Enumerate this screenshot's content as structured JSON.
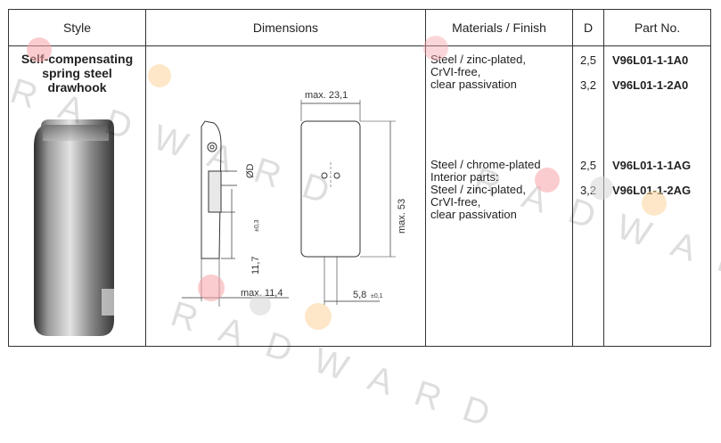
{
  "headers": {
    "style": "Style",
    "dimensions": "Dimensions",
    "materials": "Materials / Finish",
    "d": "D",
    "part_no": "Part No."
  },
  "style": {
    "title_lines": [
      "Self-compensating",
      "spring steel",
      "drawhook"
    ]
  },
  "dimensions": {
    "max_width_label": "max. 23,1",
    "height_label": "max. 53",
    "diameter_label": "ØD",
    "hole_offset_label": "11,7",
    "hole_offset_tol": "±0,3",
    "depth_label": "max. 11,4",
    "hole_spacing_label": "5,8",
    "hole_spacing_tol": "±0,1"
  },
  "materials": {
    "group1": [
      "Steel / zinc-plated,",
      "CrVI-free,",
      "clear passivation"
    ],
    "group2": [
      "Steel / chrome-plated",
      "Interior parts:",
      "Steel / zinc-plated,",
      "CrVI-free,",
      "clear passivation"
    ]
  },
  "rows": [
    {
      "d": "2,5",
      "part": "V96L01-1-1A0"
    },
    {
      "d": "3,2",
      "part": "V96L01-1-2A0"
    },
    {
      "d": "2,5",
      "part": "V96L01-1-1AG"
    },
    {
      "d": "3,2",
      "part": "V96L01-1-2AG"
    }
  ],
  "watermark": {
    "text": "RADWARD",
    "dot_colors": [
      "#f7a3a8",
      "#fbd49a",
      "#d6d6d6"
    ]
  }
}
